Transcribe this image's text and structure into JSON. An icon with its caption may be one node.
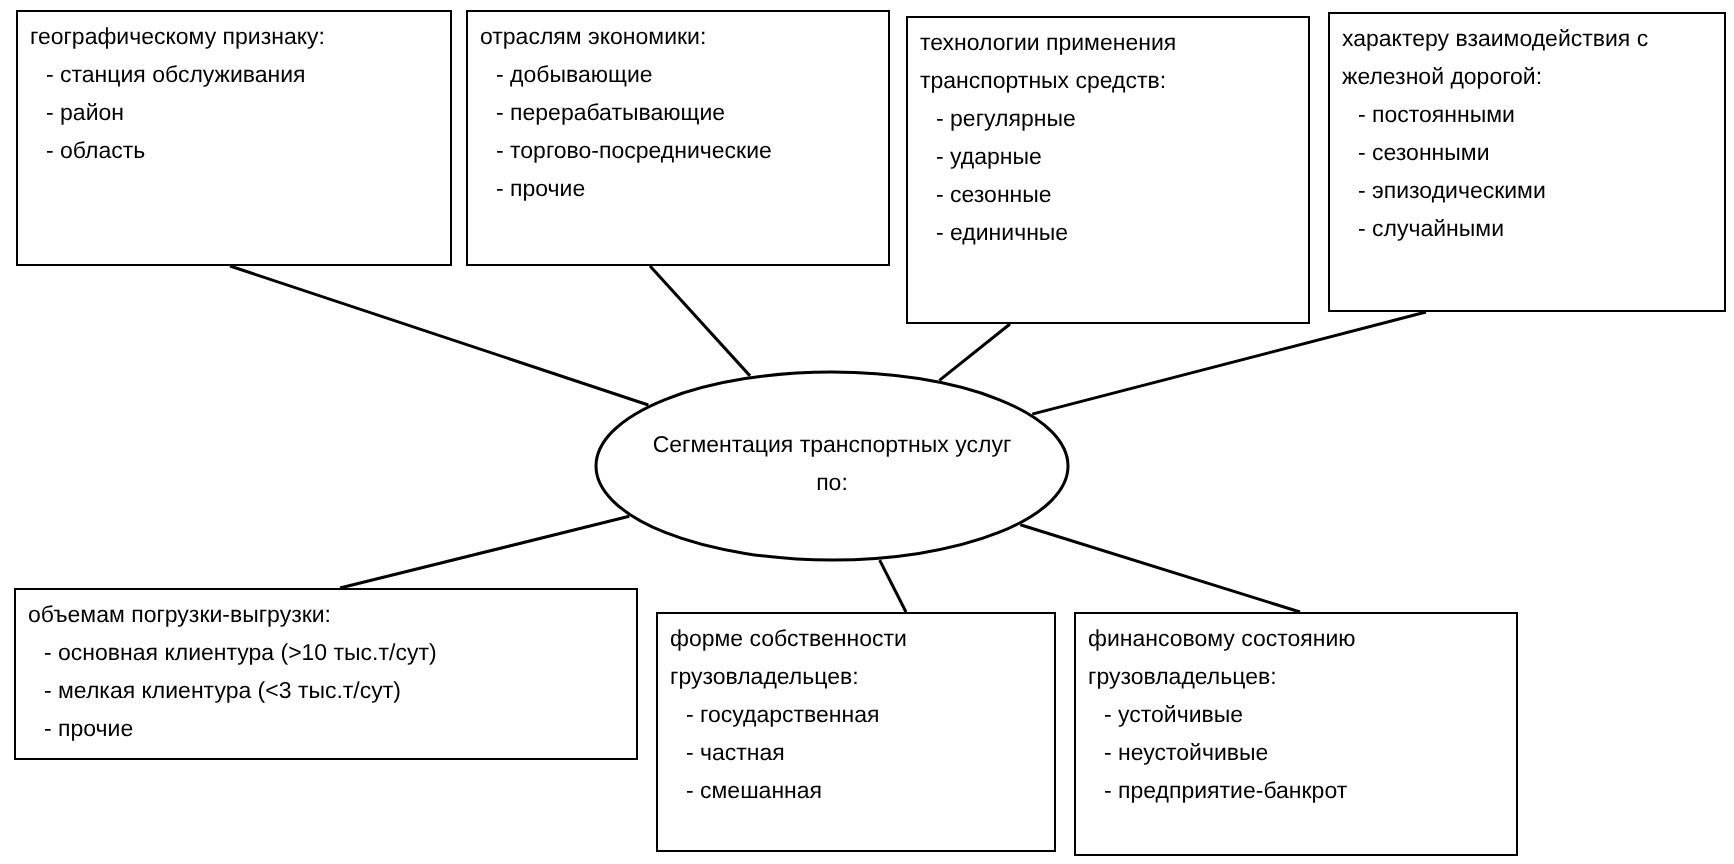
{
  "diagram": {
    "nodes": [
      {
        "text": [
          "Сегментация транспортных услуг по:"
        ]
      },
      {
        "text": [
          "географическому признаку:",
          "- станция обслуживания",
          "- район",
          "- область"
        ]
      },
      {
        "text": [
          "отраслям экономики:",
          "- добывающие",
          "- перерабатывающие",
          "- торгово-посреднические",
          "- прочие"
        ]
      },
      {
        "text": [
          "технологии применения транспортных средств:",
          "- регулярные",
          "- ударные",
          "- сезонные",
          "- единичные"
        ]
      },
      {
        "text": [
          "характеру взаимодействия с железной дорогой:",
          "- постоянными",
          "- сезонными",
          "- эпизодическими",
          "- случайными"
        ]
      },
      {
        "text": [
          "объемам погрузки-выгрузки:",
          "- основная клиентура (>10 тыс.т/сут)",
          "- мелкая клиентура (<3 тыс.т/сут)",
          "- прочие"
        ]
      },
      {
        "text": [
          "форме собственности грузовладельцев:",
          "- государственная",
          "- частная",
          "- смешанная"
        ]
      },
      {
        "text": [
          "финансовому состоянию грузовладельцев:",
          "- устойчивые",
          "- неустойчивые",
          "- предприятие-банкрот"
        ]
      }
    ],
    "edges": [
      {
        "from": 0,
        "to": 1,
        "arrow": "none"
      },
      {
        "from": 0,
        "to": 2,
        "arrow": "none"
      },
      {
        "from": 0,
        "to": 3,
        "arrow": "none"
      },
      {
        "from": 0,
        "to": 4,
        "arrow": "none"
      },
      {
        "from": 0,
        "to": 5,
        "arrow": "none"
      },
      {
        "from": 0,
        "to": 6,
        "arrow": "none"
      },
      {
        "from": 0,
        "to": 7,
        "arrow": "none"
      }
    ]
  }
}
